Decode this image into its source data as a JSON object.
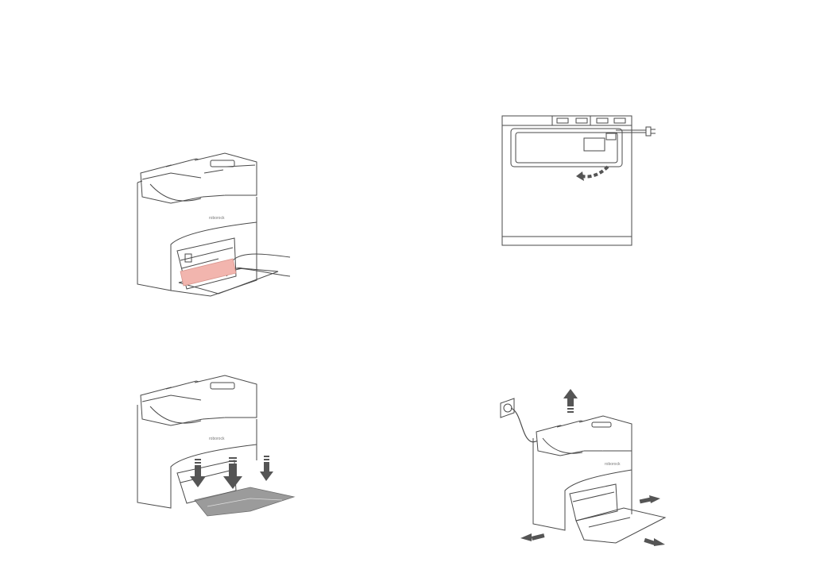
{
  "figures": [
    {
      "id": "fig-1",
      "brand_text": "roborock"
    },
    {
      "id": "fig-2",
      "brand_text": ""
    },
    {
      "id": "fig-3",
      "brand_text": "roborock"
    },
    {
      "id": "fig-4",
      "brand_text": "roborock"
    }
  ],
  "colors": {
    "line": "#4a4a4a",
    "highlight": "#f2b5ae",
    "arrow": "#555555",
    "ramp": "#8a8a8a"
  }
}
